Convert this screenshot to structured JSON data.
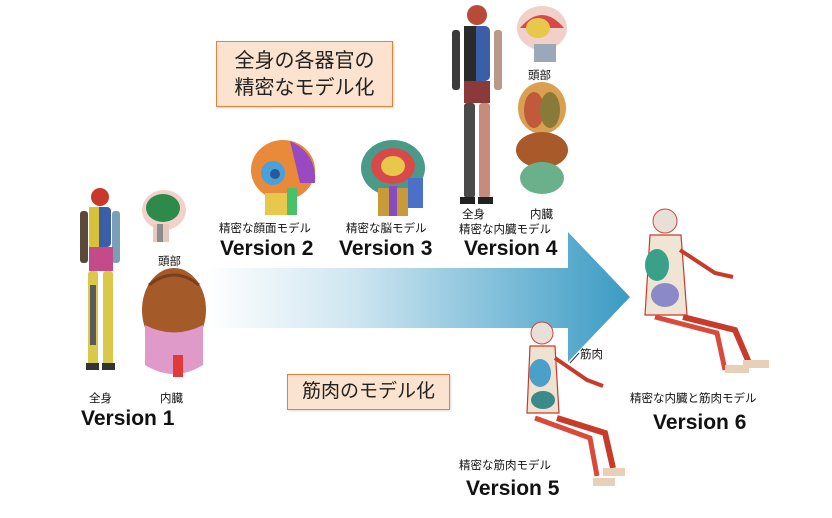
{
  "callouts": {
    "organs_line1": "全身の各器官の",
    "organs_line2": "精密なモデル化",
    "muscle": "筋肉のモデル化"
  },
  "versions": {
    "v1": {
      "label": "Version 1",
      "caption_body": "全身",
      "caption_organs": "内臓",
      "caption_head": "頭部"
    },
    "v2": {
      "label": "Version 2",
      "caption": "精密な顔面モデル"
    },
    "v3": {
      "label": "Version 3",
      "caption": "精密な脳モデル"
    },
    "v4": {
      "label": "Version 4",
      "caption_body": "全身",
      "caption_organs": "内臓",
      "caption_model": "精密な内臓モデル",
      "caption_head": "頭部"
    },
    "v5": {
      "label": "Version 5",
      "caption": "精密な筋肉モデル",
      "caption_muscle": "筋肉"
    },
    "v6": {
      "label": "Version 6",
      "caption": "精密な内臓と筋肉モデル"
    }
  },
  "colors": {
    "arrow_start": "#ffffff",
    "arrow_end": "#3a9bc4",
    "callout_fill": "#fbe3cf",
    "callout_border": "#e9803a"
  }
}
